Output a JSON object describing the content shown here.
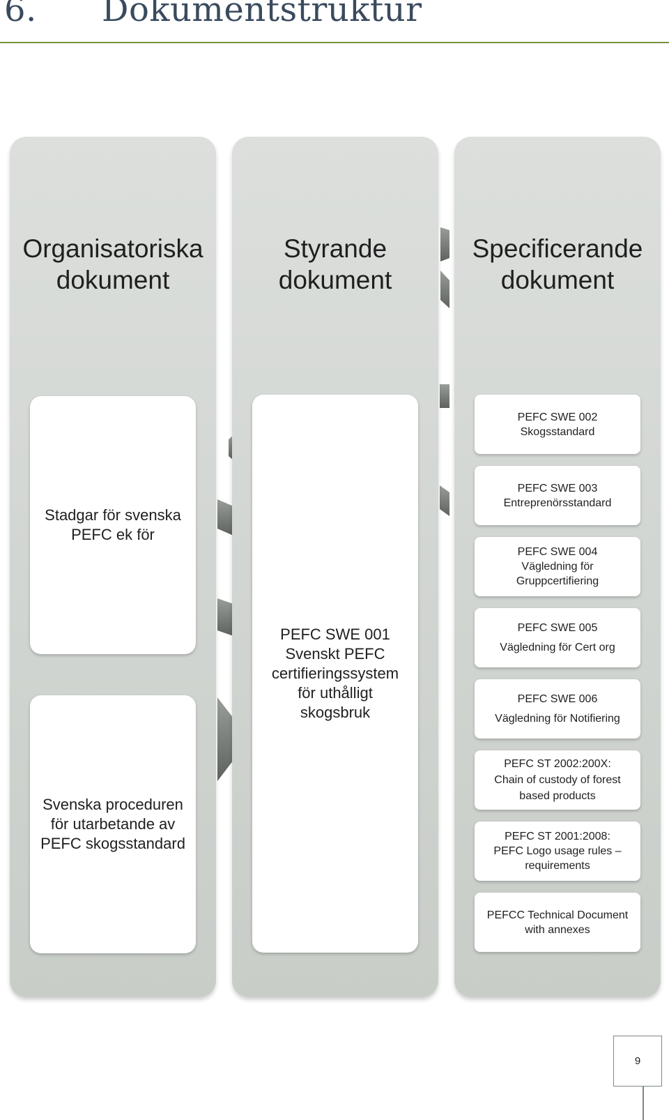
{
  "heading": {
    "number": "6.",
    "title": "Dokumentstruktur"
  },
  "columns": {
    "organisational": {
      "title": "Organisatoriska\ndokument",
      "boxes": [
        "Stadgar för svenska\nPEFC ek för",
        "Svenska proceduren\nför utarbetande av\nPEFC skogsstandard"
      ]
    },
    "governing": {
      "title": "Styrande\ndokument",
      "boxes": [
        "PEFC SWE 001\nSvenskt PEFC\ncertifieringssystem\nför uthålligt\nskogsbruk"
      ]
    },
    "specifying": {
      "title": "Specificerande\ndokument",
      "boxes": [
        "PEFC SWE 002\nSkogsstandard",
        "PEFC SWE 003\nEntreprenörsstandard",
        "PEFC SWE 004\nVägledning för\nGruppcertifiering",
        "PEFC SWE 005\nVägledning för Cert org",
        "PEFC SWE 006\nVägledning för Notifiering",
        "PEFC ST 2002:200X:\nChain of custody of forest\nbased products",
        "PEFC ST 2001:2008:\nPEFC Logo usage rules –\nrequirements",
        "PEFCC Technical Document\nwith annexes"
      ]
    }
  },
  "footer": {
    "page_number": "9"
  },
  "colors": {
    "accent_rule": "#75913a",
    "column_fill": "#d2d6d2",
    "heading_text": "#3a4a5e"
  }
}
